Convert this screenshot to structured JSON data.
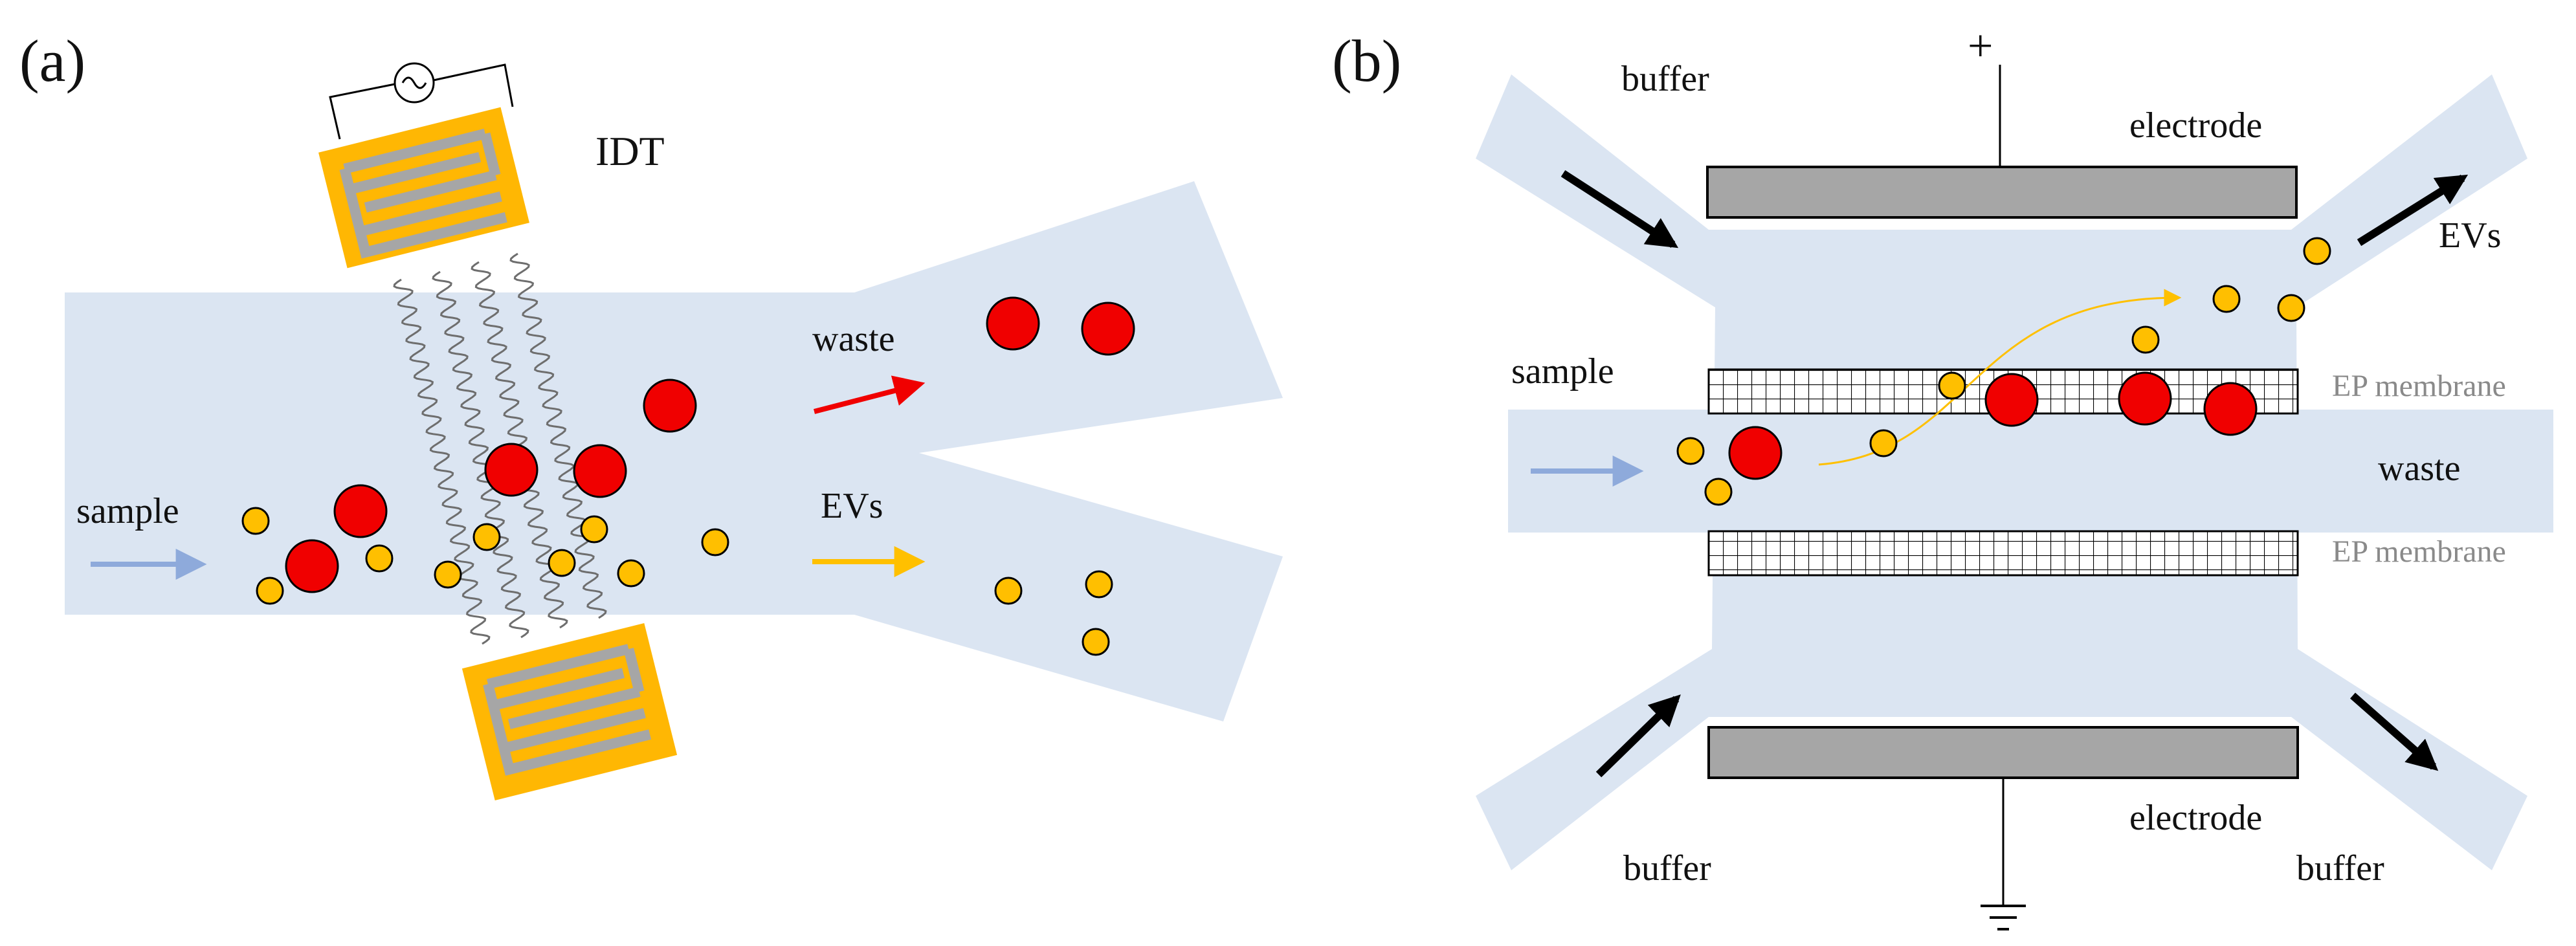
{
  "panel_a": {
    "panel_label": "(a)",
    "label_idt": "IDT",
    "label_waste": "waste",
    "label_sample": "sample",
    "label_evs": "EVs"
  },
  "panel_b": {
    "panel_label": "(b)",
    "label_plus": "+",
    "label_buffer_top_left": "buffer",
    "label_electrode_top": "electrode",
    "label_evs": "EVs",
    "label_sample": "sample",
    "label_membrane_top": "EP membrane",
    "label_waste": "waste",
    "label_membrane_bottom": "EP membrane",
    "label_electrode_bottom": "electrode",
    "label_buffer_bottom_left": "buffer",
    "label_buffer_bottom_right": "buffer"
  },
  "colors": {
    "channel": "#dbe5f2",
    "large_particle": "#f00000",
    "small_particle": "#ffbf00",
    "idt_pad": "#ffb703",
    "idt_finger": "#a6a6a6",
    "electrode": "#a6a6a6",
    "arrow_sample": "#8eaadb",
    "arrow_waste": "#f00000",
    "arrow_evs": "#ffc000",
    "arrow_buffer": "#000000",
    "membrane_label": "#8a8a8a"
  },
  "icons": {
    "ac_source": "ac-source-icon",
    "ground": "ground-icon"
  }
}
